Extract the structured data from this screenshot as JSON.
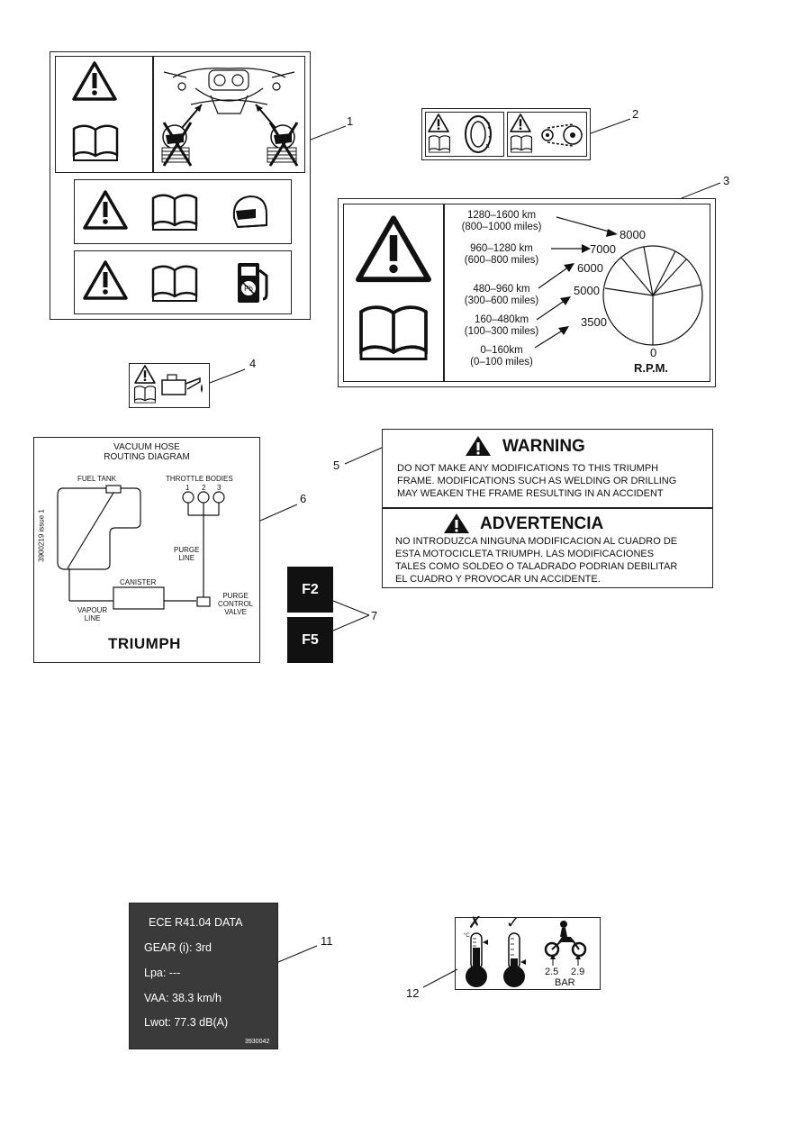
{
  "callouts": [
    "1",
    "2",
    "3",
    "4",
    "5",
    "6",
    "7",
    "11",
    "12"
  ],
  "label3": {
    "ranges": [
      {
        "km": "1280–1600 km",
        "miles": "(800–1000 miles)"
      },
      {
        "km": "960–1280 km",
        "miles": "(600–800 miles)"
      },
      {
        "km": "480–960 km",
        "miles": "(300–600 miles)"
      },
      {
        "km": "160–480km",
        "miles": "(100–300 miles)"
      },
      {
        "km": "0–160km",
        "miles": "(0–100 miles)"
      }
    ],
    "rpm_values": [
      "8000",
      "7000",
      "6000",
      "5000",
      "3500",
      "0"
    ],
    "rpm_title": "R.P.M."
  },
  "label5": {
    "warning_title": "WARNING",
    "warning_lines": [
      "DO  NOT MAKE ANY MODIFICATIONS TO THIS TRIUMPH",
      "FRAME.  MODIFICATIONS SUCH AS WELDING OR DRILLING",
      "MAY WEAKEN THE FRAME RESULTING IN AN ACCIDENT"
    ],
    "advert_title": "ADVERTENCIA",
    "advert_lines": [
      "NO INTRODUZCA NINGUNA MODIFICACION AL CUADRO DE",
      "ESTA MOTOCICLETA TRIUMPH.  LAS MODIFICACIONES",
      "TALES COMO SOLDEO O TALADRADO PODRIAN DEBILITAR",
      "EL CUADRO Y PROVOCAR UN ACCIDENTE."
    ]
  },
  "label6": {
    "title1": "VACUUM HOSE",
    "title2": "ROUTING DIAGRAM",
    "fuel_tank": "FUEL TANK",
    "throttle": "THROTTLE BODIES",
    "tb_numbers": [
      "1",
      "2",
      "3"
    ],
    "purge1": "PURGE",
    "purge2": "LINE",
    "canister": "CANISTER",
    "vapour1": "VAPOUR",
    "vapour2": "LINE",
    "valve1": "PURGE",
    "valve2": "CONTROL",
    "valve3": "VALVE",
    "issue": "3900219 issue 1",
    "brand": "TRIUMPH"
  },
  "label7": {
    "fuse_a": "F2",
    "fuse_b": "F5"
  },
  "label11": {
    "title": "ECE R41.04 DATA",
    "gear": "GEAR (i): 3rd",
    "lpa": "Lpa: ---",
    "vaa": "VAA: 38.3 km/h",
    "lwot": "Lwot: 77.3 dB(A)",
    "part": "3930042"
  },
  "label12": {
    "cross": "✗",
    "check": "✓",
    "deg_c": "°C",
    "p1": "2.5",
    "p2": "2.9",
    "unit": "BAR"
  },
  "colors": {
    "ink": "#111111",
    "label11_bg": "#3a3a3a"
  }
}
